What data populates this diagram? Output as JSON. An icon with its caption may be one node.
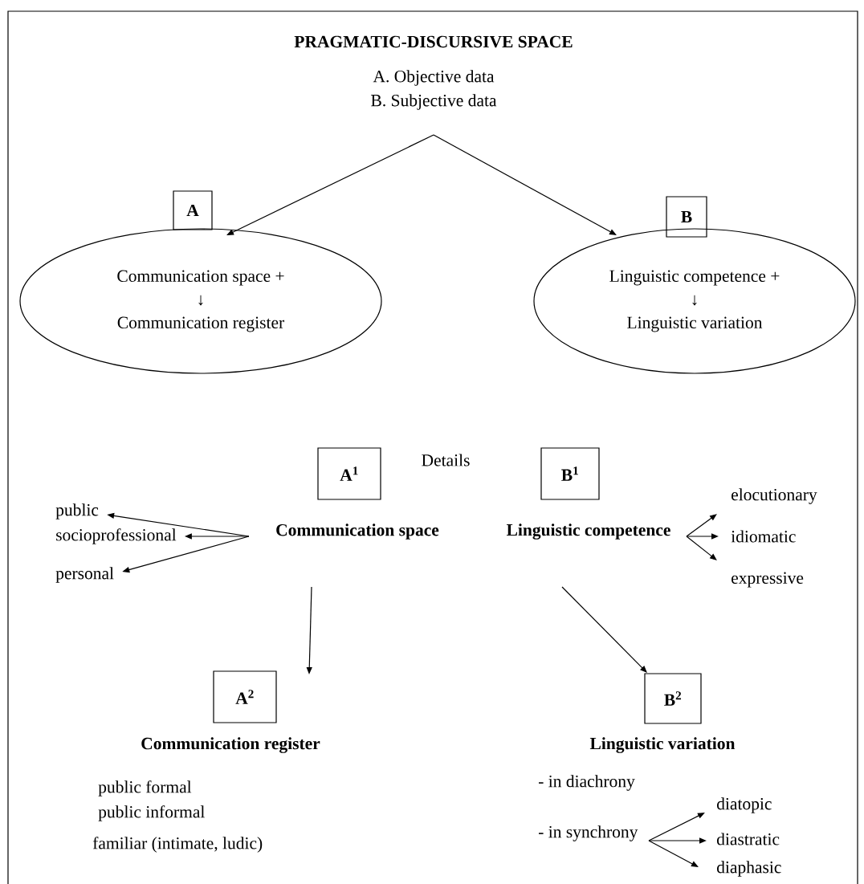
{
  "diagram": {
    "title": "PRAGMATIC-DISCURSIVE SPACE",
    "nodes": [
      {
        "text": [
          "A. Objective data",
          "B. Subjective data"
        ]
      },
      {
        "text": [
          "A"
        ]
      },
      {
        "text": [
          "B"
        ]
      },
      {
        "text": [
          "Communication space +",
          "↓",
          "Communication register"
        ]
      },
      {
        "text": [
          "Linguistic competence +",
          "↓",
          "Linguistic variation"
        ]
      },
      {
        "text": [
          "A$^{1}$"
        ]
      },
      {
        "text": [
          "B$^{1}$"
        ]
      },
      {
        "text": [
          "Communication space"
        ]
      },
      {
        "text": [
          "Linguistic competence"
        ]
      },
      {
        "text": [
          "public"
        ]
      },
      {
        "text": [
          "socioprofessional"
        ]
      },
      {
        "text": [
          "personal"
        ]
      },
      {
        "text": [
          "elocutionary"
        ]
      },
      {
        "text": [
          "idiomatic"
        ]
      },
      {
        "text": [
          "expressive"
        ]
      },
      {
        "text": [
          "A$^{2}$"
        ]
      },
      {
        "text": [
          "B$^{2}$"
        ]
      },
      {
        "text": [
          "Communication register"
        ]
      },
      {
        "text": [
          "Linguistic variation"
        ]
      },
      {
        "text": [
          "- in synchrony"
        ]
      },
      {
        "text": [
          "diatopic"
        ]
      },
      {
        "text": [
          "diastratic"
        ]
      },
      {
        "text": [
          "diaphasic"
        ]
      }
    ],
    "edges": [
      {
        "from": 0,
        "to": 3,
        "arrow": "to"
      },
      {
        "from": 0,
        "to": 4,
        "arrow": "to"
      },
      {
        "from": 7,
        "to": 9,
        "arrow": "to"
      },
      {
        "from": 7,
        "to": 10,
        "arrow": "to"
      },
      {
        "from": 7,
        "to": 11,
        "arrow": "to"
      },
      {
        "from": 8,
        "to": 12,
        "arrow": "to"
      },
      {
        "from": 8,
        "to": 13,
        "arrow": "to"
      },
      {
        "from": 8,
        "to": 14,
        "arrow": "to"
      },
      {
        "from": 7,
        "to": 15,
        "arrow": "to"
      },
      {
        "from": 8,
        "to": 16,
        "arrow": "to"
      },
      {
        "from": 19,
        "to": 20,
        "arrow": "to"
      },
      {
        "from": 19,
        "to": 21,
        "arrow": "to"
      },
      {
        "from": 19,
        "to": 22,
        "arrow": "to"
      }
    ],
    "labels": [
      "Details",
      "public formal",
      "public informal",
      "familiar (intimate, ludic)",
      "- in diachrony"
    ]
  }
}
